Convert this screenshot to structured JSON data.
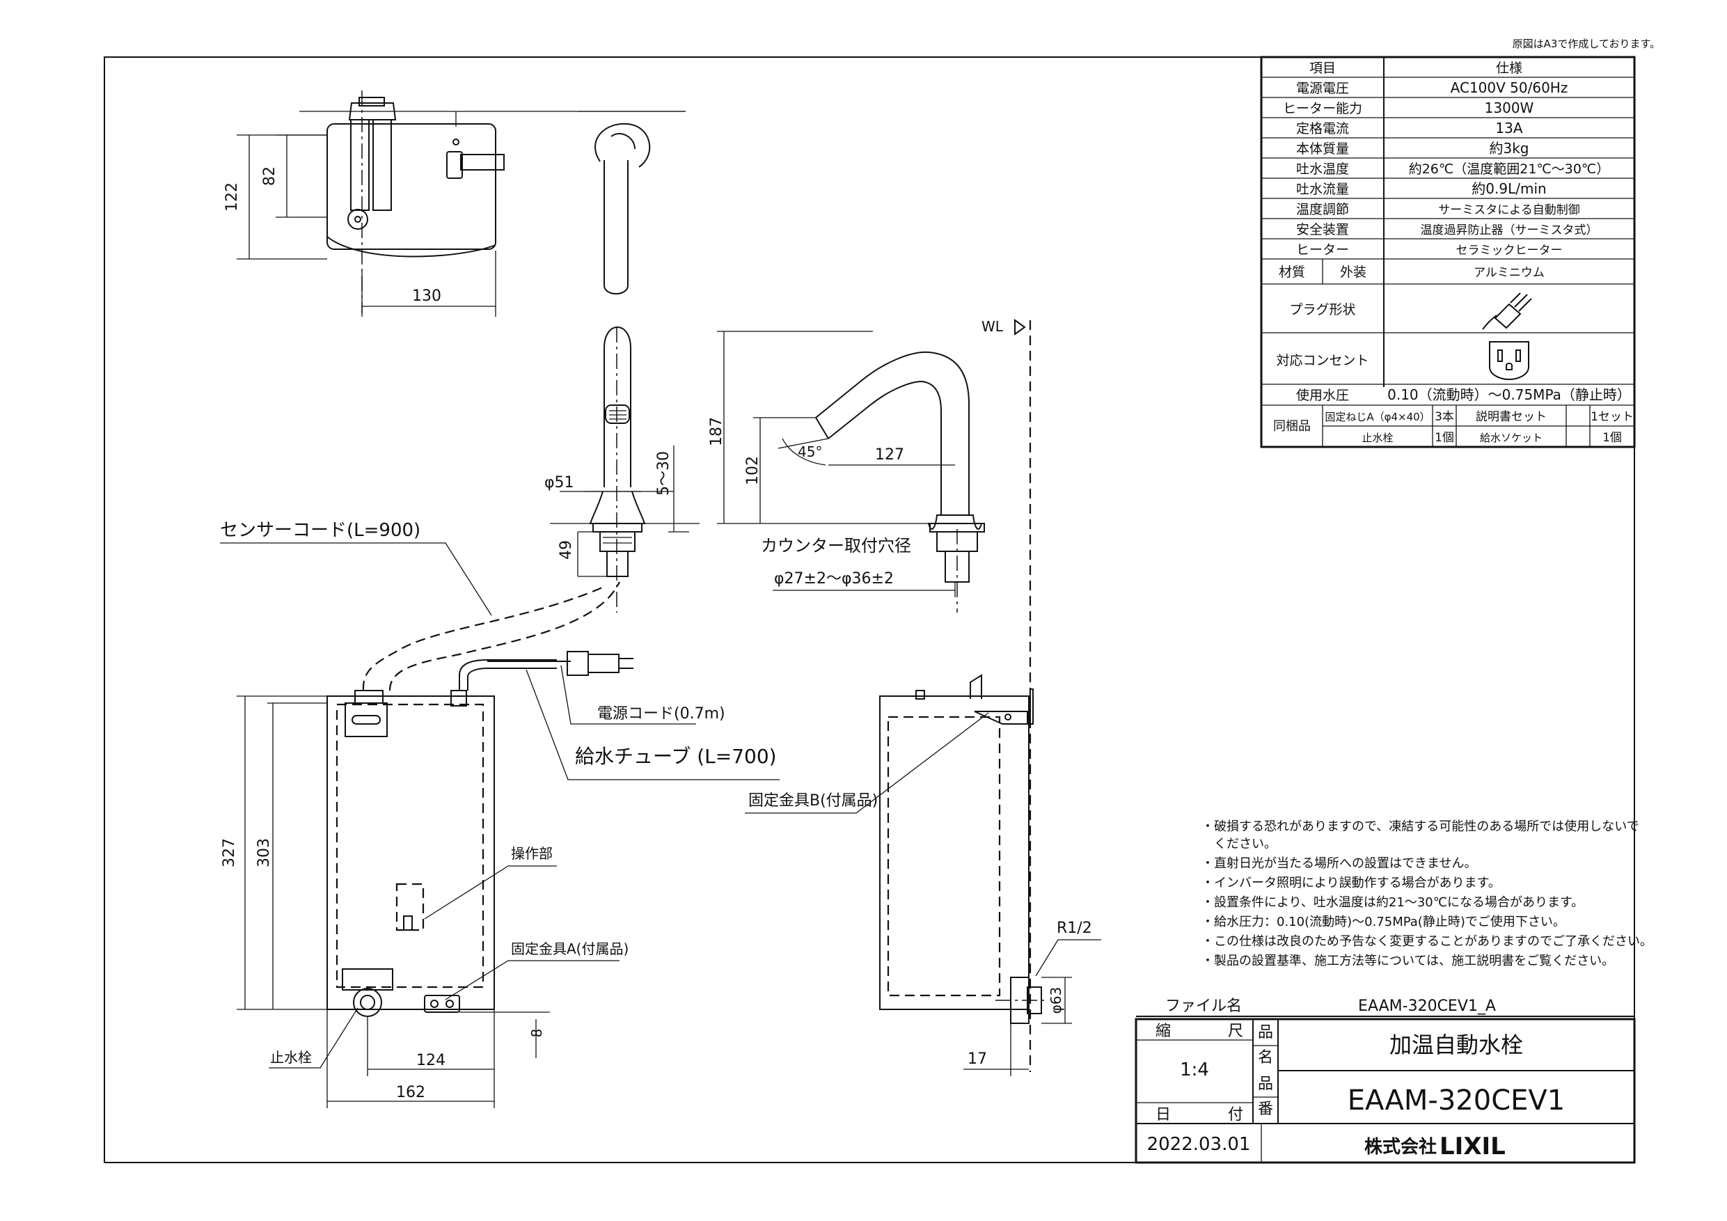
{
  "header_note": "原図はA3で作成しております。",
  "spec_table": {
    "col_item": "項目",
    "col_spec": "仕様",
    "rows": [
      {
        "label": "電源電圧",
        "value": "AC100V 50/60Hz"
      },
      {
        "label": "ヒーター能力",
        "value": "1300W"
      },
      {
        "label": "定格電流",
        "value": "13A"
      },
      {
        "label": "本体質量",
        "value": "約3kg"
      },
      {
        "label": "吐水温度",
        "value": "約26℃（温度範囲21℃～30℃）"
      },
      {
        "label": "吐水流量",
        "value": "約0.9L/min"
      },
      {
        "label": "温度調節",
        "value": "サーミスタによる自動制御"
      },
      {
        "label": "安全装置",
        "value": "温度過昇防止器（サーミスタ式）"
      },
      {
        "label": "ヒーター",
        "value": "セラミックヒーター"
      }
    ],
    "material_label": "材質",
    "material_sub": "外装",
    "material_value": "アルミニウム",
    "plug_label": "プラグ形状",
    "outlet_label": "対応コンセント",
    "pressure_label": "使用水圧",
    "pressure_value": "0.10（流動時）～0.75MPa（静止時）",
    "accessory_label": "同梱品",
    "accessories": [
      {
        "name": "固定ねじA（φ4×40）",
        "qty": "3本",
        "name2": "説明書セット",
        "qty2": "1セット"
      },
      {
        "name": "止水栓",
        "qty": "1個",
        "name2": "給水ソケット",
        "qty2": "1個"
      }
    ]
  },
  "dimensions": {
    "d122": "122",
    "d82": "82",
    "d130": "130",
    "d51": "φ51",
    "d5_30": "5～30",
    "d49": "49",
    "d187": "187",
    "d102": "102",
    "d127": "127",
    "d45": "45°",
    "d327": "327",
    "d303": "303",
    "d124": "124",
    "d162": "162",
    "d8": "8",
    "d17": "17",
    "d63": "φ63",
    "r12": "R1/2",
    "wl": "WL"
  },
  "labels": {
    "sensor_cord": "センサーコード(L=900)",
    "counter_hole": "カウンター取付穴径",
    "counter_hole_dim": "φ27±2～φ36±2",
    "power_cord": "電源コード(0.7m)",
    "supply_tube": "給水チューブ (L=700)",
    "bracket_b": "固定金具B(付属品)",
    "operation": "操作部",
    "bracket_a": "固定金具A(付属品)",
    "stop_valve": "止水栓"
  },
  "notes": [
    "・破損する恐れがありますので、凍結する可能性のある場所では使用しないで",
    "　ください。",
    "・直射日光が当たる場所への設置はできません。",
    "・インバータ照明により誤動作する場合があります。",
    "・設置条件により、吐水温度は約21～30℃になる場合があります。",
    "・給水圧力：0.10(流動時)～0.75MPa(静止時)でご使用下さい。",
    "・この仕様は改良のため予告なく変更することがありますのでご了承ください。",
    "・製品の設置基準、施工方法等については、施工説明書をご覧ください。"
  ],
  "title_block": {
    "file_label": "ファイル名",
    "file_name": "EAAM-320CEV1_A",
    "scale_label_1": "縮",
    "scale_label_2": "尺",
    "scale": "1:4",
    "date_label_1": "日",
    "date_label_2": "付",
    "date": "2022.03.01",
    "hinmei_1": "品",
    "hinmei_2": "名",
    "hinban_1": "品",
    "hinban_2": "番",
    "product_name": "加温自動水栓",
    "product_code": "EAAM-320CEV1",
    "company": "株式会社",
    "brand": "LIXIL"
  }
}
